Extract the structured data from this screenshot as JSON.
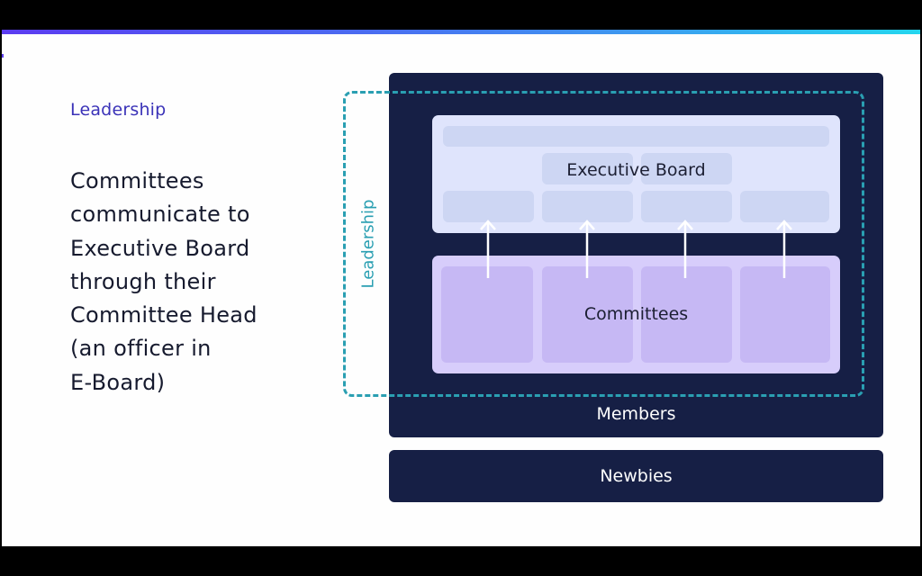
{
  "slide": {
    "section_label": "Leadership",
    "body_lines": [
      "Committees",
      "communicate to",
      "Executive Board",
      "through their",
      "Committee Head",
      "(an officer in",
      "E-Board)"
    ]
  },
  "diagram": {
    "leadership_group_label": "Leadership",
    "executive_board": {
      "label": "Executive Board",
      "color": "#dfe4fc",
      "cell_color": "#cdd6f3"
    },
    "committees": {
      "label": "Committees",
      "count": 4,
      "color": "#d7cdfb",
      "cell_color": "#c6b8f4"
    },
    "members": {
      "label": "Members",
      "color": "#161f45"
    },
    "newbies": {
      "label": "Newbies",
      "color": "#161f45"
    },
    "arrows": [
      {
        "from": "committee-1",
        "to": "executive-board"
      },
      {
        "from": "committee-2",
        "to": "executive-board"
      },
      {
        "from": "committee-3",
        "to": "executive-board"
      },
      {
        "from": "committee-4",
        "to": "executive-board"
      }
    ],
    "accent_color": "#2a9fb2"
  }
}
